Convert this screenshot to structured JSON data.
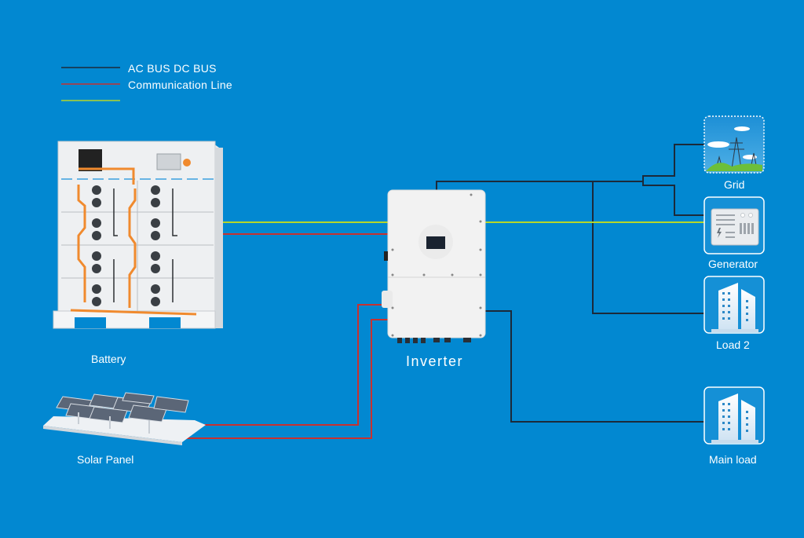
{
  "colors": {
    "background": "#0288d1",
    "ac_dc_bus": "#1c2a3a",
    "communication": "#c8312f",
    "third_line": "#b6d62a",
    "label_text": "#ffffff",
    "device_white": "#f2f2f2"
  },
  "legend": {
    "items": [
      {
        "label": "AC BUS DC BUS",
        "color_key": "ac_dc_bus"
      },
      {
        "label": "Communication Line",
        "color_key": "communication"
      },
      {
        "label": "",
        "color_key": "third_line"
      }
    ]
  },
  "devices": {
    "battery": {
      "label": "Battery",
      "icon": "battery-rack-icon"
    },
    "solar_panel": {
      "label": "Solar Panel",
      "icon": "solar-panel-icon"
    },
    "inverter": {
      "label": "Inverter",
      "icon": "inverter-icon"
    },
    "grid": {
      "label": "Grid",
      "icon": "power-tower-icon"
    },
    "generator": {
      "label": "Generator",
      "icon": "generator-icon"
    },
    "load2": {
      "label": "Load 2",
      "icon": "building-icon"
    },
    "main_load": {
      "label": "Main load",
      "icon": "building-icon"
    }
  },
  "connections": [
    {
      "from": "battery",
      "to": "inverter",
      "type": "third_line"
    },
    {
      "from": "battery",
      "to": "inverter",
      "type": "communication"
    },
    {
      "from": "solar_panel",
      "to": "inverter",
      "type": "communication"
    },
    {
      "from": "solar_panel",
      "to": "inverter",
      "type": "communication"
    },
    {
      "from": "inverter",
      "to": "grid",
      "type": "ac_dc_bus"
    },
    {
      "from": "inverter",
      "to": "generator",
      "type": "ac_dc_bus"
    },
    {
      "from": "inverter",
      "to": "generator",
      "type": "third_line"
    },
    {
      "from": "inverter",
      "to": "load2",
      "type": "ac_dc_bus"
    },
    {
      "from": "inverter",
      "to": "main_load",
      "type": "ac_dc_bus"
    }
  ]
}
